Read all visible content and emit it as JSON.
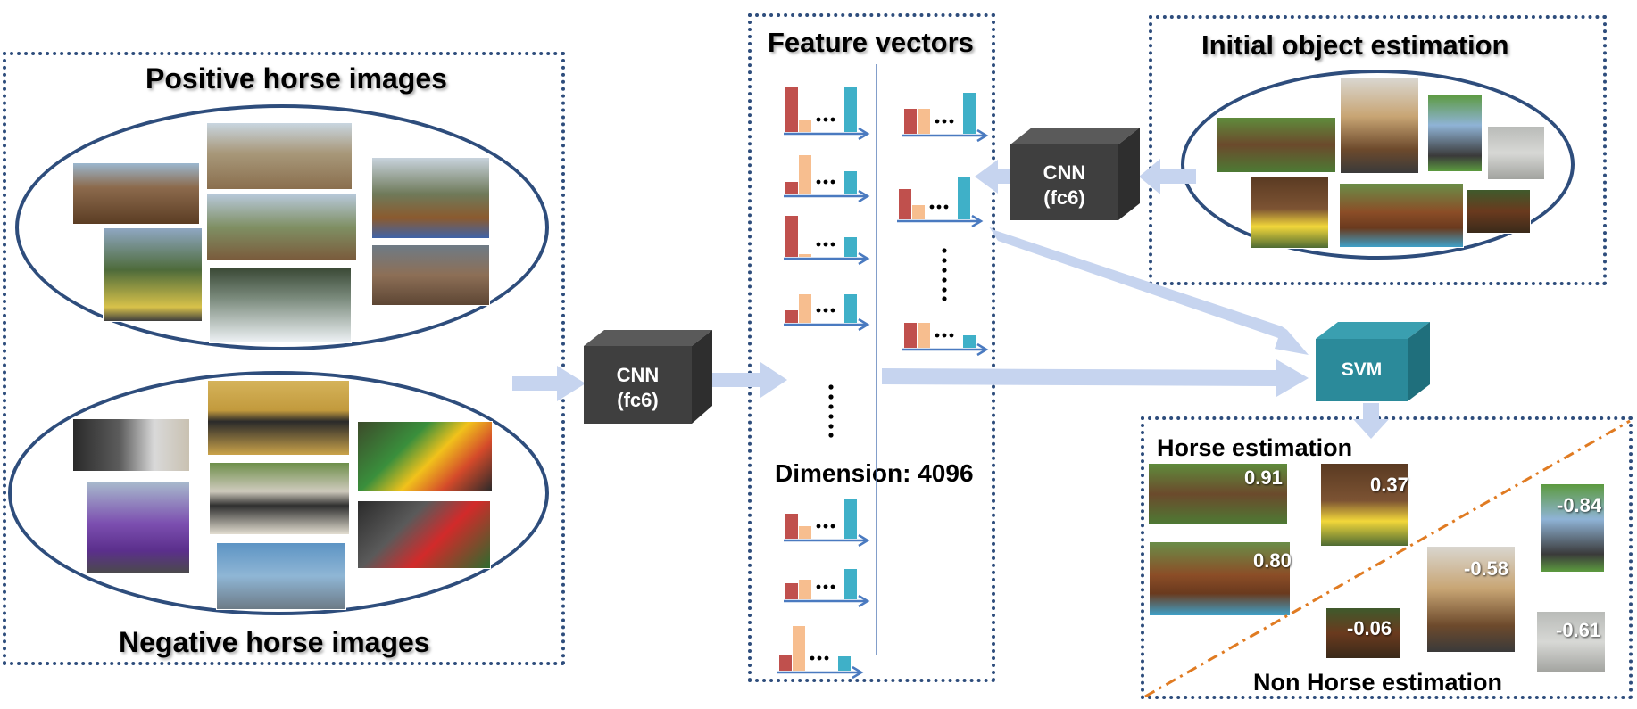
{
  "positive_title": "Positive horse images",
  "negative_title": "Negative horse images",
  "feature_title": "Feature vectors",
  "dimension_label": "Dimension: 4096",
  "initial_title": "Initial object estimation",
  "cnn_main_label": "CNN\n(fc6)",
  "cnn_secondary_label": "CNN\n(fc6)",
  "svm_label": "SVM",
  "horse_est_title": "Horse estimation",
  "nonhorse_est_title": "Non Horse estimation",
  "scores": {
    "s091": "0.91",
    "s037": "0.37",
    "s080": "0.80",
    "sm084": "-0.84",
    "sm058": "-0.58",
    "sm006": "-0.06",
    "sm061": "-0.61"
  },
  "colors": {
    "border": "#2e4d7c",
    "cube_dark": "#3f3f3f",
    "cube_teal": "#2b8a9a",
    "arrow": "#c6d4ef",
    "bar_red": "#c0504d",
    "bar_peach": "#f7be8f",
    "bar_teal": "#3fb0c8",
    "dash_orange": "#e07b22"
  }
}
